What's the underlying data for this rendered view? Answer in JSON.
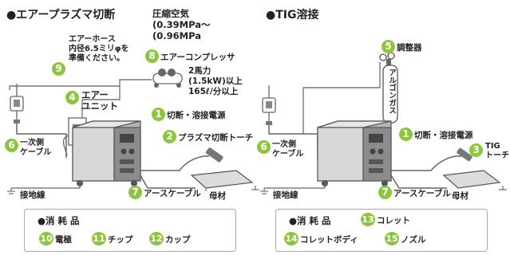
{
  "left": {
    "title": "●エアープラズマ切断",
    "pressure": "圧縮空気\n(0.39MPa〜\n(0.96MPa",
    "hose_note": "エアーホース\n内径6.5ミリφを\n準備ください。",
    "compressor_spec": "2馬力\n(1.5kW)以上\n165ℓ/分以上",
    "labels": {
      "n8": "8",
      "compressor": "エアーコンプレッサ",
      "n9": "9",
      "n4": "4",
      "air_unit": "エアー\nユニット",
      "n1": "1",
      "power_source": "切断・溶接電源",
      "n2": "2",
      "plasma_torch": "プラズマ切断トーチ",
      "n6": "6",
      "primary_cable": "一次側\nケーブル",
      "n7": "7",
      "earth_cable": "アースケーブル",
      "ground_wire": "接地線",
      "base_metal": "母材"
    },
    "consumables": {
      "heading": "●消 耗 品",
      "items": [
        {
          "num": "10",
          "label": "電極"
        },
        {
          "num": "11",
          "label": "チップ"
        },
        {
          "num": "12",
          "label": "カップ"
        }
      ]
    }
  },
  "right": {
    "title": "●TIG溶接",
    "labels": {
      "n5": "5",
      "regulator": "調整器",
      "argon_gas": "アルゴンガス",
      "n1": "1",
      "power_source": "切断・溶接電源",
      "n3": "3",
      "tig_torch": "TIG\nトーチ",
      "n6": "6",
      "primary_cable": "一次側\nケーブル",
      "n7": "7",
      "earth_cable": "アースケーブル",
      "ground_wire": "接地線",
      "base_metal": "母材"
    },
    "consumables": {
      "heading": "●消 耗 品",
      "items": [
        {
          "num": "13",
          "label": "コレット"
        },
        {
          "num": "14",
          "label": "コレットボディ"
        },
        {
          "num": "15",
          "label": "ノズル"
        }
      ]
    }
  },
  "colors": {
    "badge": "#8cc63f",
    "machine": "#9a9a9a",
    "line": "#555555",
    "cable": "#666666"
  }
}
